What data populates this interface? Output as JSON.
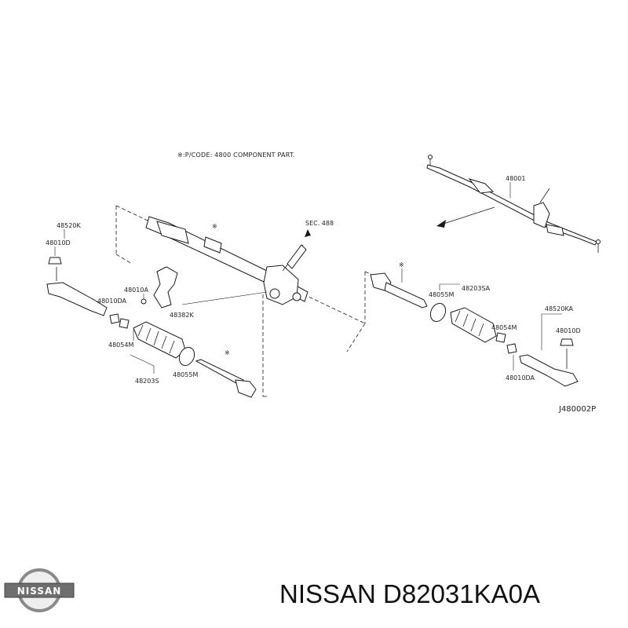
{
  "diagram": {
    "note": "※:P/CODE: 4800 COMPONENT PART.",
    "ref_code": "J480002P",
    "section_ref": "SEC. 488",
    "labels": {
      "main_rack": "48001",
      "tie_rod_end_left": "48520K",
      "tie_rod_end_right": "48520KA",
      "nut_left": "48010D",
      "nut_right": "48010D",
      "lock_nut_left": "48010DA",
      "lock_nut_right": "48010DA",
      "clamp_a": "48010A",
      "bracket": "48382K",
      "clip_left": "48054M",
      "clip_right": "48054M",
      "boot_left": "48203S",
      "boot_right": "48203SA",
      "band_left": "48055M",
      "band_right": "48055M",
      "star_mark": "※"
    }
  },
  "brand": {
    "logo_text": "NISSAN",
    "caption": "NISSAN D82031KA0A"
  }
}
